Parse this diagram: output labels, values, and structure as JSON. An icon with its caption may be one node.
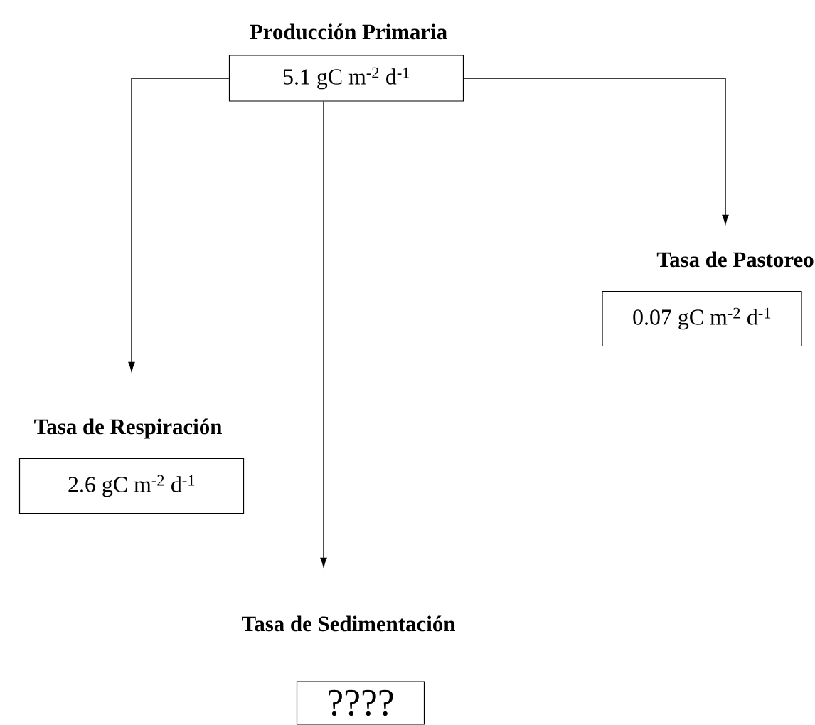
{
  "diagram": {
    "nodes": [
      {
        "text": [
          "Producción Primaria",
          "5.1 gC m$^{-2}$ d$^{-1}$"
        ]
      },
      {
        "text": [
          "Tasa de Pastoreo",
          "0.07 gC m$^{-2}$ d$^{-1}$"
        ]
      },
      {
        "text": [
          "Tasa de Respiración",
          "2.6 gC m$^{-2}$ d$^{-1}$"
        ]
      },
      {
        "text": [
          "Tasa de Sedimentación",
          "????"
        ]
      }
    ],
    "edges": [
      {
        "from": 0,
        "to": 1,
        "arrow": "to"
      },
      {
        "from": 0,
        "to": 2,
        "arrow": "to"
      },
      {
        "from": 0,
        "to": 3,
        "arrow": "to"
      }
    ]
  }
}
